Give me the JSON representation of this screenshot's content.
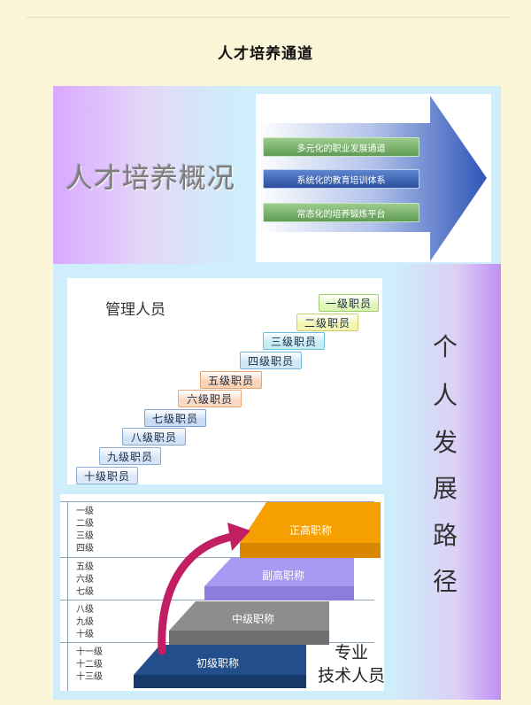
{
  "title": "人才培养通道",
  "overview": {
    "heading": "人才培养概况",
    "items": [
      {
        "label": "多元化的职业发展通道",
        "style": "green"
      },
      {
        "label": "系统化的教育培训体系",
        "style": "blue"
      },
      {
        "label": "常态化的培养锻炼平台",
        "style": "green"
      }
    ]
  },
  "career_path": [
    "个",
    "人",
    "发",
    "展",
    "路",
    "径"
  ],
  "management": {
    "label": "管理人员",
    "ranks": [
      {
        "label": "一级职员",
        "color": "#dff5b8",
        "border": "#9bcf6a"
      },
      {
        "label": "二级职员",
        "color": "#f3f5b0",
        "border": "#c9cf6a"
      },
      {
        "label": "三级职员",
        "color": "#c4ecf4",
        "border": "#6cc0d8"
      },
      {
        "label": "四级职员",
        "color": "#cfe8f6",
        "border": "#78b4d8"
      },
      {
        "label": "五级职员",
        "color": "#fbd2b4",
        "border": "#e7a26e"
      },
      {
        "label": "六级职员",
        "color": "#fbd9c0",
        "border": "#e7a87e"
      },
      {
        "label": "七级职员",
        "color": "#c9dcf4",
        "border": "#7da2d6"
      },
      {
        "label": "八级职员",
        "color": "#d2e2f6",
        "border": "#86a8d8"
      },
      {
        "label": "九级职员",
        "color": "#d6e4f7",
        "border": "#8aaad9"
      },
      {
        "label": "十级职员",
        "color": "#dbe7f8",
        "border": "#8eaedb"
      }
    ]
  },
  "technical": {
    "label_line1": "专业",
    "label_line2": "技术人员",
    "groups": [
      [
        "一级",
        "二级",
        "三级",
        "四级"
      ],
      [
        "五级",
        "六级",
        "七级"
      ],
      [
        "八级",
        "九级",
        "十级"
      ],
      [
        "十一级",
        "十二级",
        "十三级"
      ]
    ],
    "tiers": [
      {
        "label": "正高职称",
        "color": "#f5a000"
      },
      {
        "label": "副高职称",
        "color": "#a79af2"
      },
      {
        "label": "中级职称",
        "color": "#8d8d8d"
      },
      {
        "label": "初级职称",
        "color": "#224f8c"
      }
    ]
  }
}
